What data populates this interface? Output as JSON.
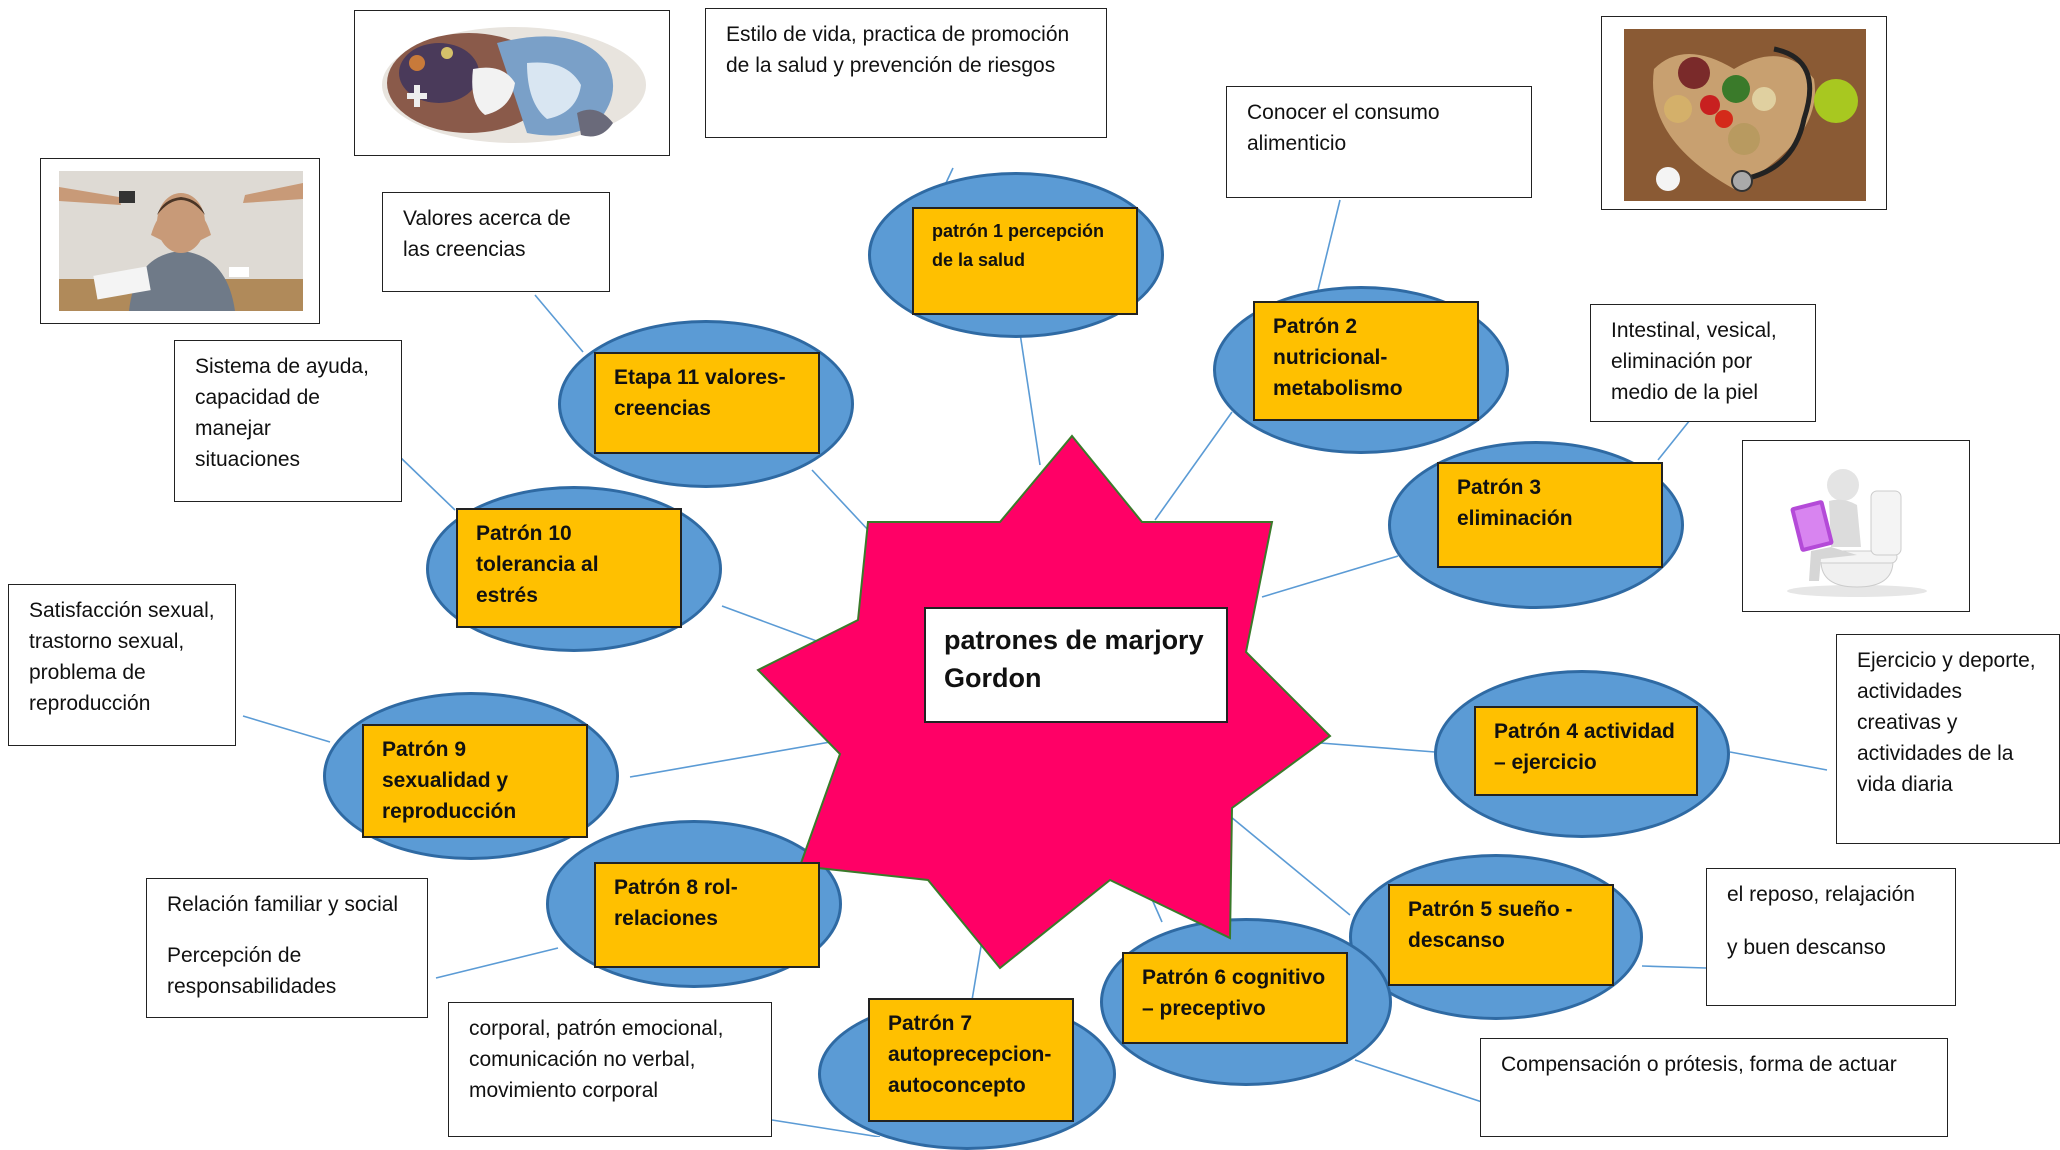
{
  "center": {
    "label": "patrones de marjory Gordon",
    "star_color": "#ff0066"
  },
  "patterns": [
    {
      "id": "p1",
      "label": "patrón 1 percepción de la salud"
    },
    {
      "id": "p2",
      "label": "Patrón 2 nutricional-metabolismo"
    },
    {
      "id": "p3",
      "label": "Patrón 3 eliminación"
    },
    {
      "id": "p4",
      "label": "Patrón 4 actividad – ejercicio"
    },
    {
      "id": "p5",
      "label": "Patrón 5 sueño - descanso"
    },
    {
      "id": "p6",
      "label": "Patrón 6 cognitivo – preceptivo"
    },
    {
      "id": "p7",
      "label": "Patrón 7 autoprecepcion-autoconcepto"
    },
    {
      "id": "p8",
      "label": "Patrón 8 rol-relaciones"
    },
    {
      "id": "p9",
      "label": "Patrón 9 sexualidad y reproducción"
    },
    {
      "id": "p10",
      "label": "Patrón 10 tolerancia al estrés"
    },
    {
      "id": "p11",
      "label": "Etapa 11 valores-creencias"
    }
  ],
  "notes": {
    "p1": "Estilo de vida, practica de promoción de la salud y prevención de riesgos",
    "p2": "Conocer el consumo alimenticio",
    "p3": "Intestinal, vesical, eliminación por medio de la piel",
    "p4": "Ejercicio y deporte, actividades creativas y actividades de la vida diaria",
    "p5_line1": "el reposo, relajación",
    "p5_line2": "y buen descanso",
    "p6": "Compensación o prótesis, forma de actuar",
    "p7": "corporal, patrón emocional, comunicación no verbal, movimiento corporal",
    "p8_line1": "Relación familiar y social",
    "p8_line2": "Percepción de responsabilidades",
    "p9": "Satisfacción sexual, trastorno sexual, problema de reproducción",
    "p10": "Sistema de ayuda, capacidad de manejar situaciones",
    "p11": "Valores acerca de las creencias"
  },
  "images": [
    {
      "id": "beliefs-image",
      "icon": "faces-collage"
    },
    {
      "id": "stress-image",
      "icon": "stressed-man"
    },
    {
      "id": "nutrition-image",
      "icon": "food-and-stethoscope"
    },
    {
      "id": "elimination-image",
      "icon": "person-on-toilet"
    }
  ],
  "colors": {
    "ellipse": "#5b9bd5",
    "label_box": "#ffc000",
    "connector": "#5b9bd5"
  }
}
